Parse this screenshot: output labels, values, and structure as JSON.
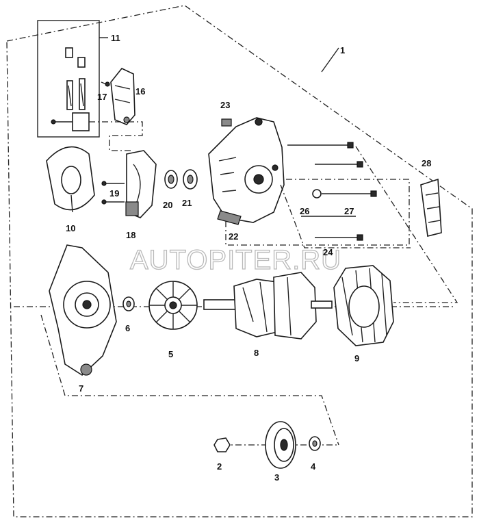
{
  "diagram": {
    "watermark": "AUTOPITER.RU",
    "labels": {
      "l1": "1",
      "l2": "2",
      "l3": "3",
      "l4": "4",
      "l5": "5",
      "l6": "6",
      "l7": "7",
      "l8": "8",
      "l9": "9",
      "l10": "10",
      "l11": "11",
      "l16": "16",
      "l17": "17",
      "l18": "18",
      "l19": "19",
      "l20": "20",
      "l21": "21",
      "l22": "22",
      "l23": "23",
      "l24": "24",
      "l26": "26",
      "l27": "27",
      "l28": "28"
    }
  }
}
